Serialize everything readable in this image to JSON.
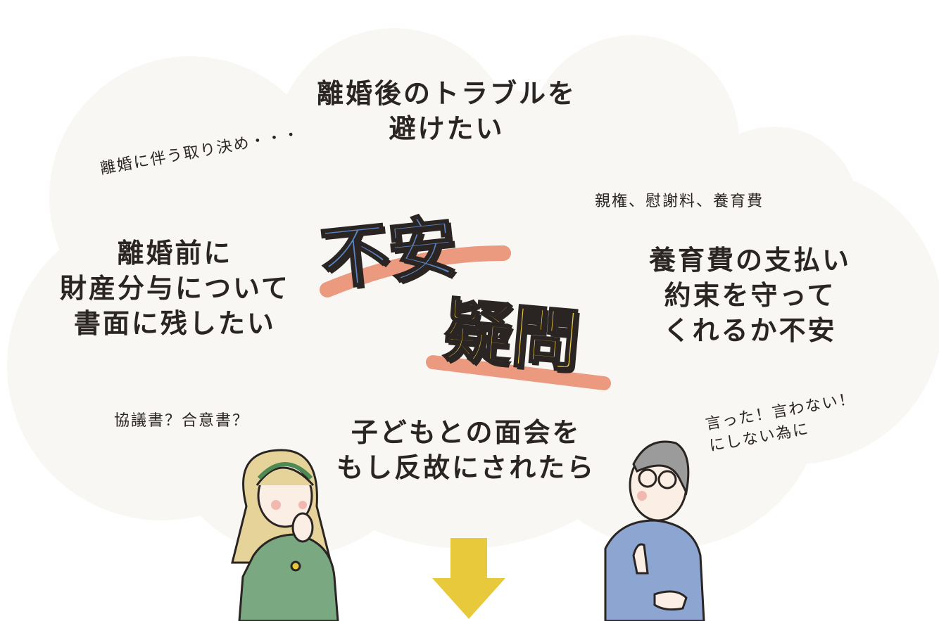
{
  "colors": {
    "cloud": "#f8f7f3",
    "arrow": "#e9c93c",
    "anxiety_blue": "#5b86c5",
    "question_yellow": "#f0cd3c",
    "highlight": "#e98a6a",
    "text": "#2a2522"
  },
  "headline_top": [
    "離婚後のトラブルを",
    "避けたい"
  ],
  "note_top_left": "離婚に伴う取り決め・・・",
  "note_top_right": "親権、慰謝料、養育費",
  "keyword_anxiety": "不安",
  "keyword_question": "疑問",
  "headline_left": [
    "離婚前に",
    "財産分与について",
    "書面に残したい"
  ],
  "headline_right": [
    "養育費の支払い",
    "約束を守って",
    "くれるか不安"
  ],
  "note_bottom_left": "協議書？合意書？",
  "headline_bottom": [
    "子どもとの面会を",
    "もし反故にされたら"
  ],
  "note_bottom_right": [
    "言った！言わない！",
    "にしない為に"
  ]
}
